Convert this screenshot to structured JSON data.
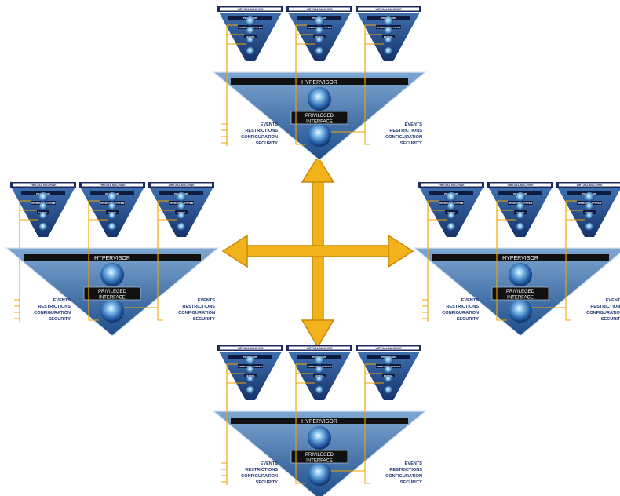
{
  "colors": {
    "navy": "#1c2a5c",
    "panel_blue": "#2f5f9c",
    "triangle_top": "#7fa7d2",
    "triangle_bottom": "#1d4d8a",
    "orb_outer": "#0f2f6b",
    "orb_inner": "#5ea8e0",
    "orb_core": "#e8f3ff",
    "connector": "#f0a400",
    "arrow_fill": "#f2b21b",
    "arrow_stroke": "#c88a06",
    "label_text": "#1d3570",
    "bar_fill": "#111111"
  },
  "diagram": {
    "labels": {
      "vm_title": "VIRTUAL MACHINE",
      "programs": "PROGRAMS",
      "os": "OPERATING SYSTEM",
      "kernel": "KERNEL",
      "hypervisor": "HYPERVISOR",
      "priv_1": "PRIVILEGED",
      "priv_2": "INTERFACE",
      "events": "EVENTS",
      "restrictions": "RESTRICTIONS",
      "configuration": "CONFIGURATION",
      "security": "SECURITY"
    },
    "clusters": [
      {
        "name": "top"
      },
      {
        "name": "left"
      },
      {
        "name": "right"
      },
      {
        "name": "bottom"
      }
    ],
    "arrows": [
      "up",
      "down",
      "left",
      "right"
    ]
  }
}
